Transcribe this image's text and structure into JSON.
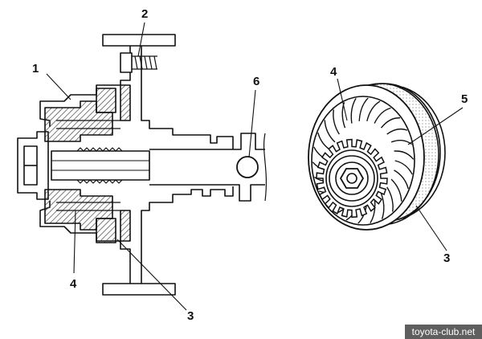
{
  "callouts": {
    "one": "1",
    "two": "2",
    "six": "6",
    "four_left": "4",
    "three_left": "3",
    "four_right": "4",
    "five": "5",
    "three_right": "3"
  },
  "watermark": "toyota-club.net",
  "colors": {
    "line": "#111111",
    "hatch": "#444444",
    "background": "#ffffff",
    "watermark_bg": "#5f5f5f"
  }
}
